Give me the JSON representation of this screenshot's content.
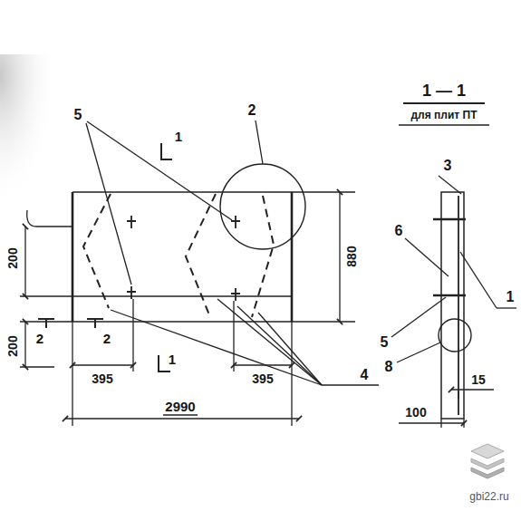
{
  "diagram": {
    "labels": [
      "5",
      "2",
      "1",
      "1 — 1",
      "для плит ПТ",
      "3",
      "200",
      "880",
      "6",
      "1",
      "5",
      "8",
      "200",
      "2",
      "2",
      "395",
      "395",
      "1",
      "4",
      "2990",
      "100",
      "15",
      "gbi22.ru"
    ]
  }
}
